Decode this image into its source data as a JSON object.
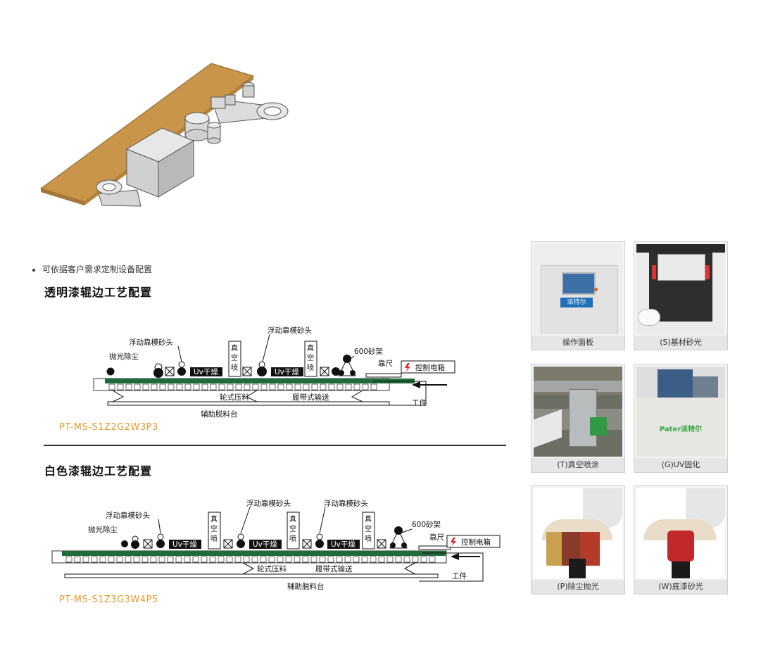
{
  "header_note": "可依据客户需求定制设备配置",
  "sections": [
    {
      "title": "透明漆辊边工艺配置",
      "model": "PT-MS-S1Z2G2W3P3",
      "labels": {
        "float_head_1": "浮动靠模砂头",
        "float_head_2": "浮动靠模砂头",
        "polish": "抛光除尘",
        "uv1": "Uv干燥",
        "uv2": "Uv干燥",
        "vac1": "真空喷涂",
        "vac2": "真空喷涂",
        "sand600": "600砂架",
        "ruler": "靠尺",
        "ctrl": "控制电箱",
        "wheel": "轮式压料",
        "belt": "履带式输送",
        "work": "工件",
        "aux": "辅助脱料台"
      }
    },
    {
      "title": "白色漆辊边工艺配置",
      "model": "PT-MS-S1Z3G3W4P5",
      "labels": {
        "float_head_1": "浮动靠模砂头",
        "float_head_2": "浮动靠模砂头",
        "float_head_3": "浮动靠模砂头",
        "polish": "抛光除尘",
        "uv1": "Uv干燥",
        "uv2": "Uv干燥",
        "uv3": "Uv干燥",
        "vac1": "真空喷涂",
        "vac2": "真空喷涂",
        "vac3": "真空喷涂",
        "sand600": "600砂架",
        "ruler": "靠尺",
        "ctrl": "控制电箱",
        "wheel": "轮式压料",
        "belt": "履带式输送",
        "work": "工件",
        "aux": "辅助脱料台"
      }
    }
  ],
  "gallery": [
    {
      "caption": "操作面板",
      "icon": "control-panel-photo",
      "brand": "派特尔"
    },
    {
      "caption": "(S)基材砂光",
      "icon": "sanding-unit-photo"
    },
    {
      "caption": "(T)真空喷涂",
      "icon": "vacuum-spray-photo"
    },
    {
      "caption": "(G)UV固化",
      "icon": "uv-curing-photo",
      "brand": "Pater派特尔"
    },
    {
      "caption": "(P)除尘抛光",
      "icon": "dust-polish-photo"
    },
    {
      "caption": "(W)底漆砂光",
      "icon": "primer-sanding-photo"
    }
  ],
  "colors": {
    "accent": "#e39a2a",
    "conveyor": "#1f6b3a",
    "wood": "#c9954a",
    "ctrl_bolt": "#e02020",
    "brand_blue": "#1f6fb8",
    "brand_green": "#3aa543"
  }
}
